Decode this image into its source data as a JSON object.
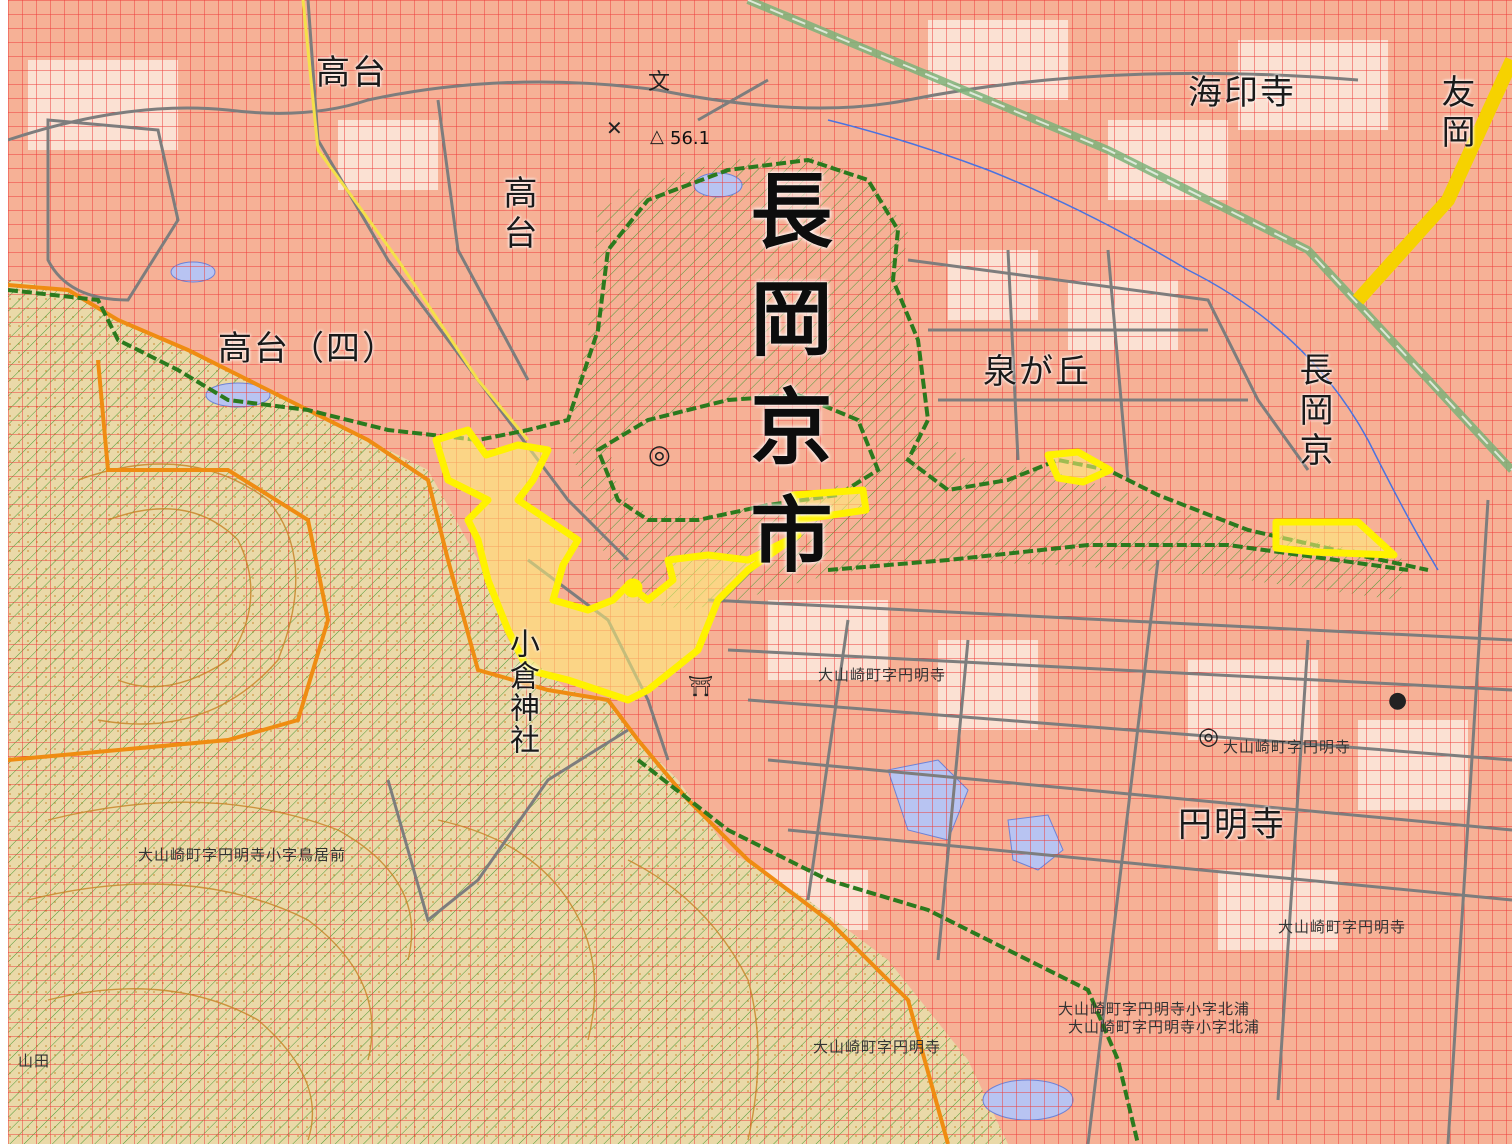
{
  "map": {
    "colors": {
      "urban_fill": "#f2a07c",
      "grid_line": "#ee3b3b",
      "hatch_line": "#4f9b3a",
      "mountain_fill": "#e8d7a3",
      "boundary_orange": "#ef8c12",
      "boundary_green": "#2b7a1e",
      "highlight_yellow": "#fff200",
      "road_gray": "#7d7d7d",
      "rail_green": "#7cb37a",
      "water_blue": "#b8c4f2"
    },
    "labels": {
      "takadai_nw": "高台",
      "takadai_v": "高台",
      "takadai_4": "高台（四）",
      "kaimyoji": "海印寺",
      "tomooka": "友岡",
      "nagaokakyo": "長岡京市",
      "senboku": "泉が丘",
      "nagaokakyo_east": "長岡京",
      "shrine_v": "小倉神社",
      "enmyoji": "円明寺",
      "oyamazaki_enmyoji_1": "大山崎町字円明寺",
      "oyamazaki_enmyoji_2": "大山崎町字円明寺",
      "oyamazaki_enmyoji_3": "大山崎町字円明寺",
      "oyamazaki_enmyoji_4": "大山崎町字円明寺小字北浦",
      "oyamazaki_enmyoji_5": "大山崎町字円明寺小字北浦",
      "oyamazaki_enmyoji_6": "大山崎町字円明寺小字鳥居前",
      "oyamazaki_south": "大山崎町字円明寺",
      "elevation": "56.1",
      "edge_label": "山田"
    },
    "icons": [
      "school-icon",
      "shrine-icon",
      "temple-icon",
      "police-icon",
      "government-office-icon",
      "benchmark-icon"
    ]
  }
}
